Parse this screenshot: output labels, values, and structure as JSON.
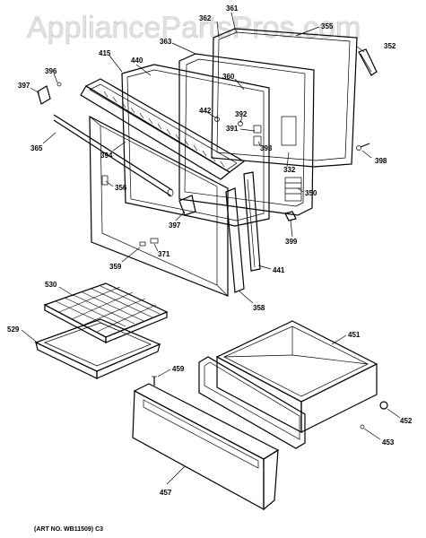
{
  "watermark": "AppliancePartsPros.com",
  "art_number": "(ART NO. WB11509) C3",
  "parts": {
    "p361": "361",
    "p362": "362",
    "p355": "355",
    "p352": "352",
    "p363": "363",
    "p415": "415",
    "p440": "440",
    "p396": "396",
    "p397a": "397",
    "p360": "360",
    "p442": "442",
    "p392": "392",
    "p391": "391",
    "p393": "393",
    "p365": "365",
    "p394": "394",
    "p332": "332",
    "p398": "398",
    "p356": "356",
    "p350": "350",
    "p397b": "397",
    "p399": "399",
    "p371": "371",
    "p359": "359",
    "p441": "441",
    "p358": "358",
    "p530": "530",
    "p451": "451",
    "p529": "529",
    "p459": "459",
    "p452": "452",
    "p453": "453",
    "p457": "457"
  }
}
